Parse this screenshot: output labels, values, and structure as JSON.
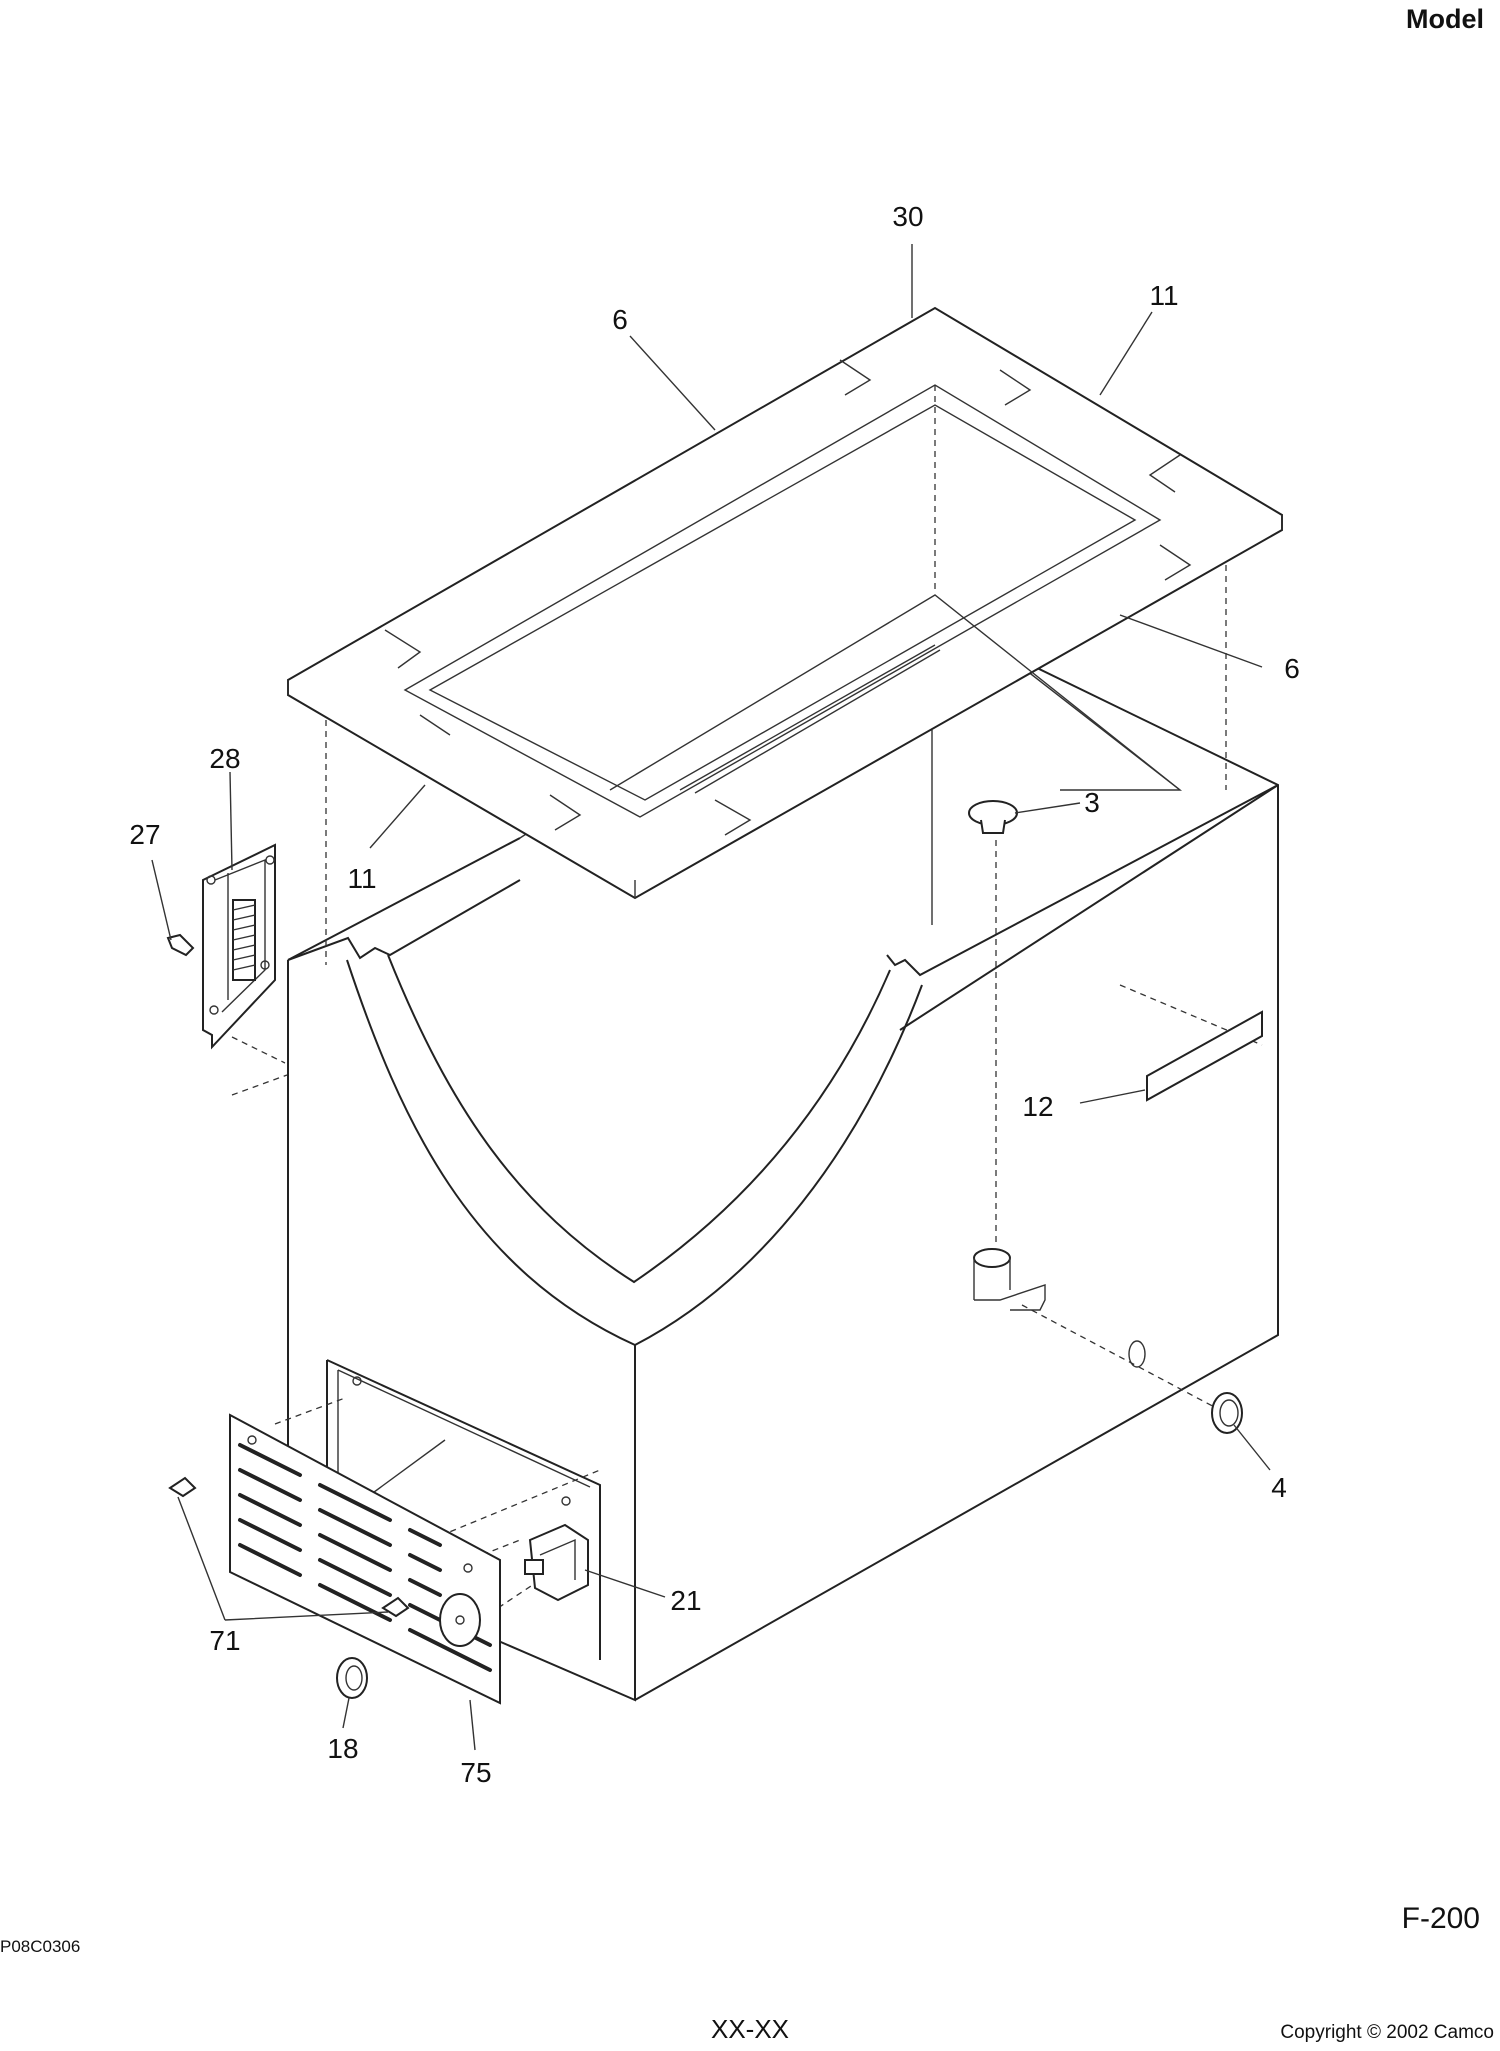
{
  "header": {
    "model_label": "Model"
  },
  "footer": {
    "drawing_id": "P08C0306",
    "page_code": "F-200",
    "center_code": "XX-XX",
    "copyright": "Copyright © 2002 Camco"
  },
  "callouts": [
    "30",
    "6",
    "11",
    "6",
    "28",
    "27",
    "11",
    "3",
    "12",
    "4",
    "21",
    "71",
    "18",
    "75"
  ]
}
